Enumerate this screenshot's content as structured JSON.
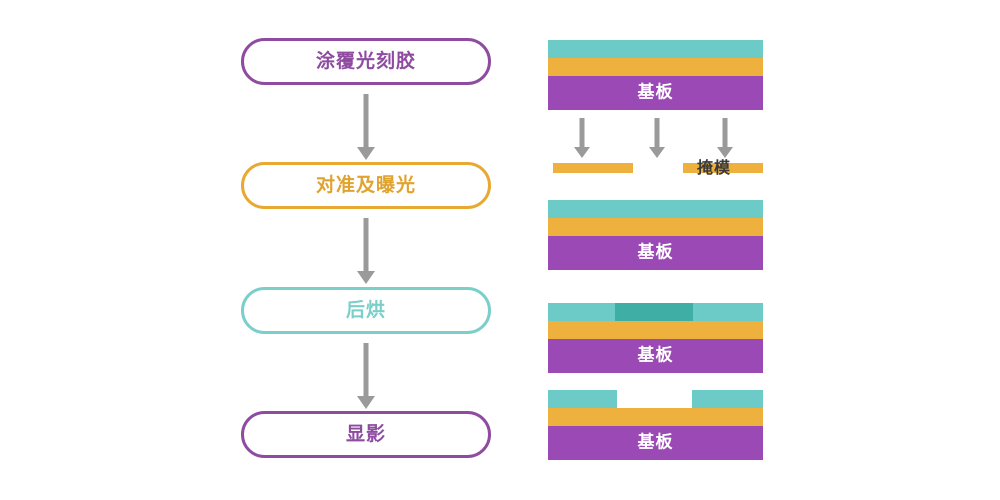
{
  "diagram": {
    "title": "Photolithography process flow",
    "palette": {
      "purple": "#9A49B5",
      "purple_border": "#8E4BA0",
      "purple_text": "#8E4BA0",
      "orange": "#EFB13D",
      "orange_border": "#E8A933",
      "orange_text": "#E0A32F",
      "teal": "#6CCBC6",
      "teal_dark": "#3FAFA6",
      "teal_border": "#7ACFCB",
      "teal_text": "#7ACFCB",
      "arrow_gray": "#9A9A9A",
      "mask_text": "#3A3A3A",
      "background": "#FFFFFF"
    },
    "flow": {
      "steps": [
        {
          "id": "coat",
          "label": "涂覆光刻胶",
          "color": "purple"
        },
        {
          "id": "align-expose",
          "label": "对准及曝光",
          "color": "orange"
        },
        {
          "id": "post-bake",
          "label": "后烘",
          "color": "teal"
        },
        {
          "id": "develop",
          "label": "显影",
          "color": "purple"
        }
      ],
      "connectors": [
        {
          "id": "coat-to-expose",
          "icon": "down-arrow-icon"
        },
        {
          "id": "expose-to-bake",
          "icon": "down-arrow-icon"
        },
        {
          "id": "bake-to-develop",
          "icon": "down-arrow-icon"
        }
      ]
    },
    "cross_sections": [
      {
        "id": "stack-coated",
        "step_ref": "coat",
        "layers": [
          {
            "name": "photoresist",
            "color": "teal"
          },
          {
            "name": "thin-film",
            "color": "orange"
          },
          {
            "name": "substrate",
            "color": "purple",
            "label": "基板"
          }
        ]
      },
      {
        "id": "stack-exposed",
        "step_ref": "align-expose",
        "layers": [
          {
            "name": "photoresist",
            "color": "teal"
          },
          {
            "name": "thin-film",
            "color": "orange"
          },
          {
            "name": "substrate",
            "color": "purple",
            "label": "基板"
          }
        ]
      },
      {
        "id": "stack-baked",
        "step_ref": "post-bake",
        "layers": [
          {
            "name": "photoresist",
            "color": "teal",
            "exposed_region": "teal_dark"
          },
          {
            "name": "thin-film",
            "color": "orange"
          },
          {
            "name": "substrate",
            "color": "purple",
            "label": "基板"
          }
        ]
      },
      {
        "id": "stack-developed",
        "step_ref": "develop",
        "layers": [
          {
            "name": "photoresist-patterned",
            "color": "teal",
            "has_opening": true
          },
          {
            "name": "thin-film",
            "color": "orange"
          },
          {
            "name": "substrate",
            "color": "purple",
            "label": "基板"
          }
        ]
      }
    ],
    "exposure": {
      "light_arrows": [
        {
          "id": "light-ray-left",
          "icon": "down-arrow-icon"
        },
        {
          "id": "light-ray-center",
          "icon": "down-arrow-icon"
        },
        {
          "id": "light-ray-right",
          "icon": "down-arrow-icon"
        }
      ],
      "mask_bars": [
        {
          "id": "mask-bar-left",
          "color": "orange"
        },
        {
          "id": "mask-bar-right",
          "color": "orange"
        }
      ],
      "mask_label": "掩模"
    },
    "substrate_label": "基板"
  }
}
